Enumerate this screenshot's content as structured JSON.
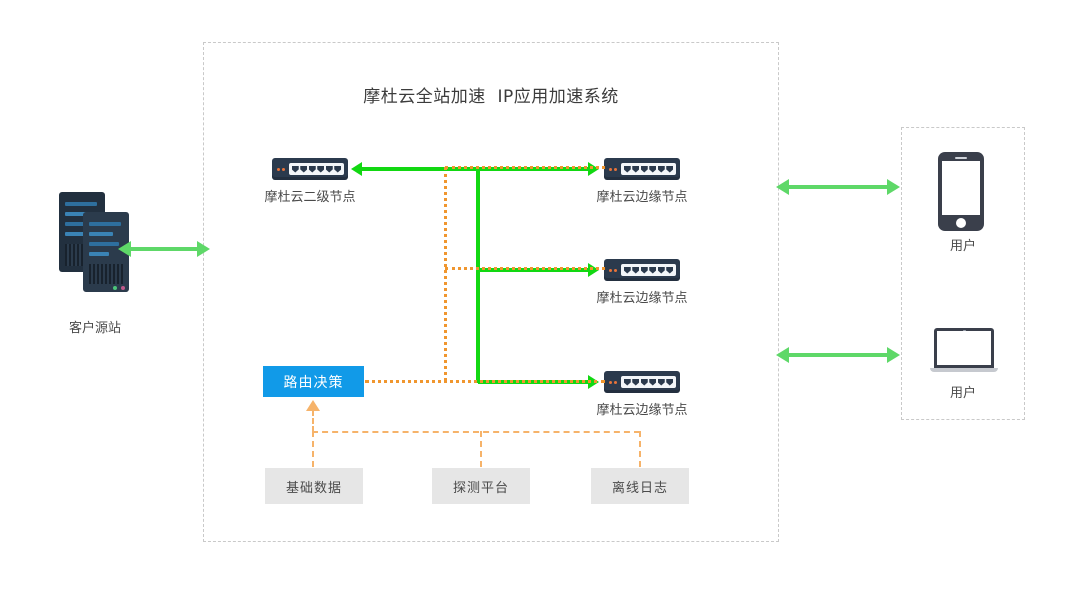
{
  "diagram": {
    "title": "摩杜云全站加速  IP应用加速系统",
    "colors": {
      "accent_blue": "#119ae8",
      "flow_green": "#12d812",
      "arrow_green": "#5ed868",
      "control_orange": "#f0962e",
      "feed_orange": "#f6b36a",
      "device_navy": "#2b3a4d",
      "box_grey": "#e6e6e6",
      "dashed_border": "#c9c9c9"
    }
  },
  "origin": {
    "label": "客户源站",
    "icon": "server-stack-icon"
  },
  "nodes": {
    "secondary": {
      "label": "摩杜云二级节点",
      "icon": "network-switch-icon",
      "ports": 6,
      "leds": 2
    },
    "edges": [
      {
        "label": "摩杜云边缘节点",
        "icon": "network-switch-icon",
        "ports": 6,
        "leds": 2
      },
      {
        "label": "摩杜云边缘节点",
        "icon": "network-switch-icon",
        "ports": 6,
        "leds": 2
      },
      {
        "label": "摩杜云边缘节点",
        "icon": "network-switch-icon",
        "ports": 6,
        "leds": 2
      }
    ]
  },
  "routing": {
    "label": "路由决策"
  },
  "data_sources": [
    {
      "label": "基础数据"
    },
    {
      "label": "探测平台"
    },
    {
      "label": "离线日志"
    }
  ],
  "clients": [
    {
      "label": "用户",
      "icon": "smartphone-icon"
    },
    {
      "label": "用户",
      "icon": "laptop-icon"
    }
  ]
}
